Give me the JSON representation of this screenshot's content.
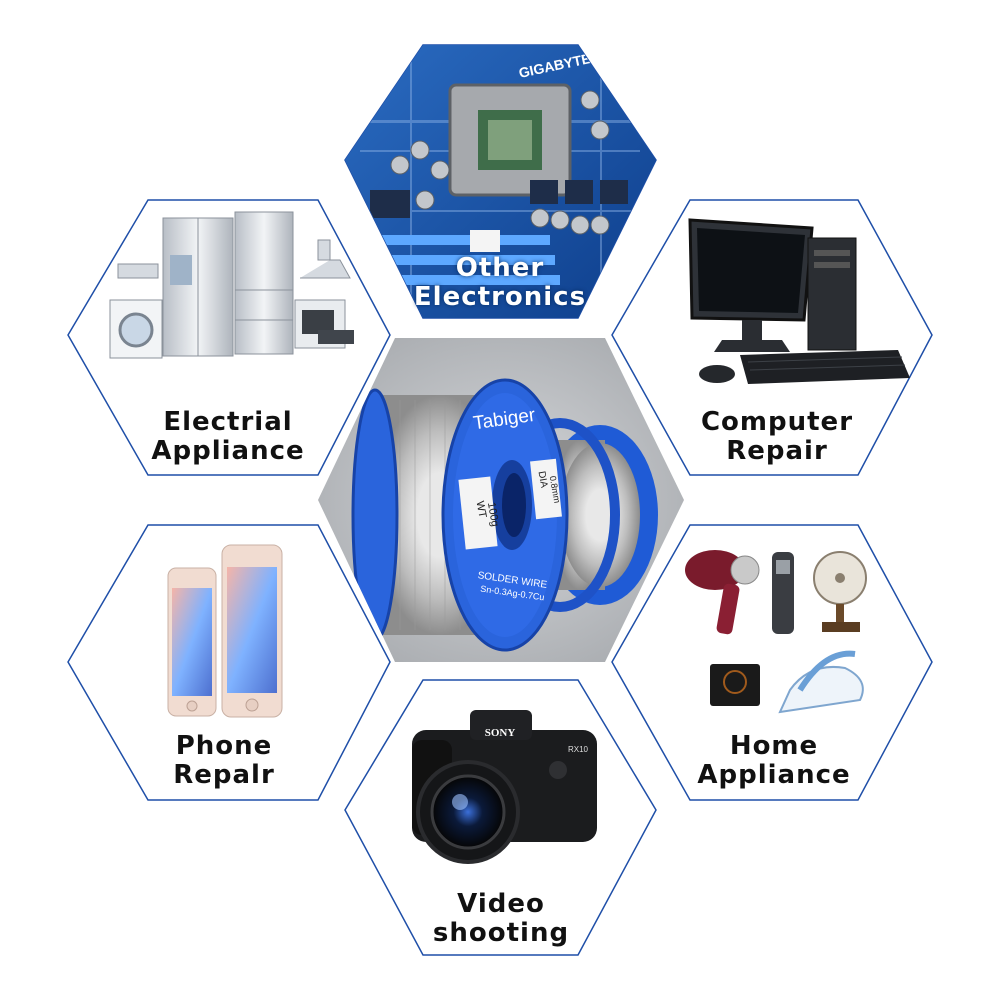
{
  "accent_color": "#1f4fa8",
  "center_panel": {
    "brand": "Tabiger",
    "weight_label": [
      "WT",
      "100g"
    ],
    "diameter_label": [
      "DIA",
      "0.8mm"
    ],
    "wire_label": [
      "SOLDER WIRE",
      "Sn-0.3Ag-0.7Cu"
    ]
  },
  "tiles": [
    {
      "id": "other-electronics",
      "lines": [
        "Other",
        "Electronics"
      ],
      "icon": "motherboard"
    },
    {
      "id": "electrial-appliance",
      "lines": [
        "Electrial",
        "Appliance"
      ],
      "icon": "home-appliances"
    },
    {
      "id": "computer-repair",
      "lines": [
        "Computer",
        "Repair"
      ],
      "icon": "desktop-computer"
    },
    {
      "id": "phone-repair",
      "lines": [
        "Phone",
        "Repalr"
      ],
      "icon": "smartphones"
    },
    {
      "id": "home-appliance",
      "lines": [
        "Home",
        "Appliance"
      ],
      "icon": "small-appliances"
    },
    {
      "id": "video-shooting",
      "lines": [
        "Video",
        "shooting"
      ],
      "icon": "camera"
    }
  ],
  "camera": {
    "brand": "SONY",
    "model": "RX10"
  },
  "motherboard": {
    "brand": "GIGABYTE"
  }
}
